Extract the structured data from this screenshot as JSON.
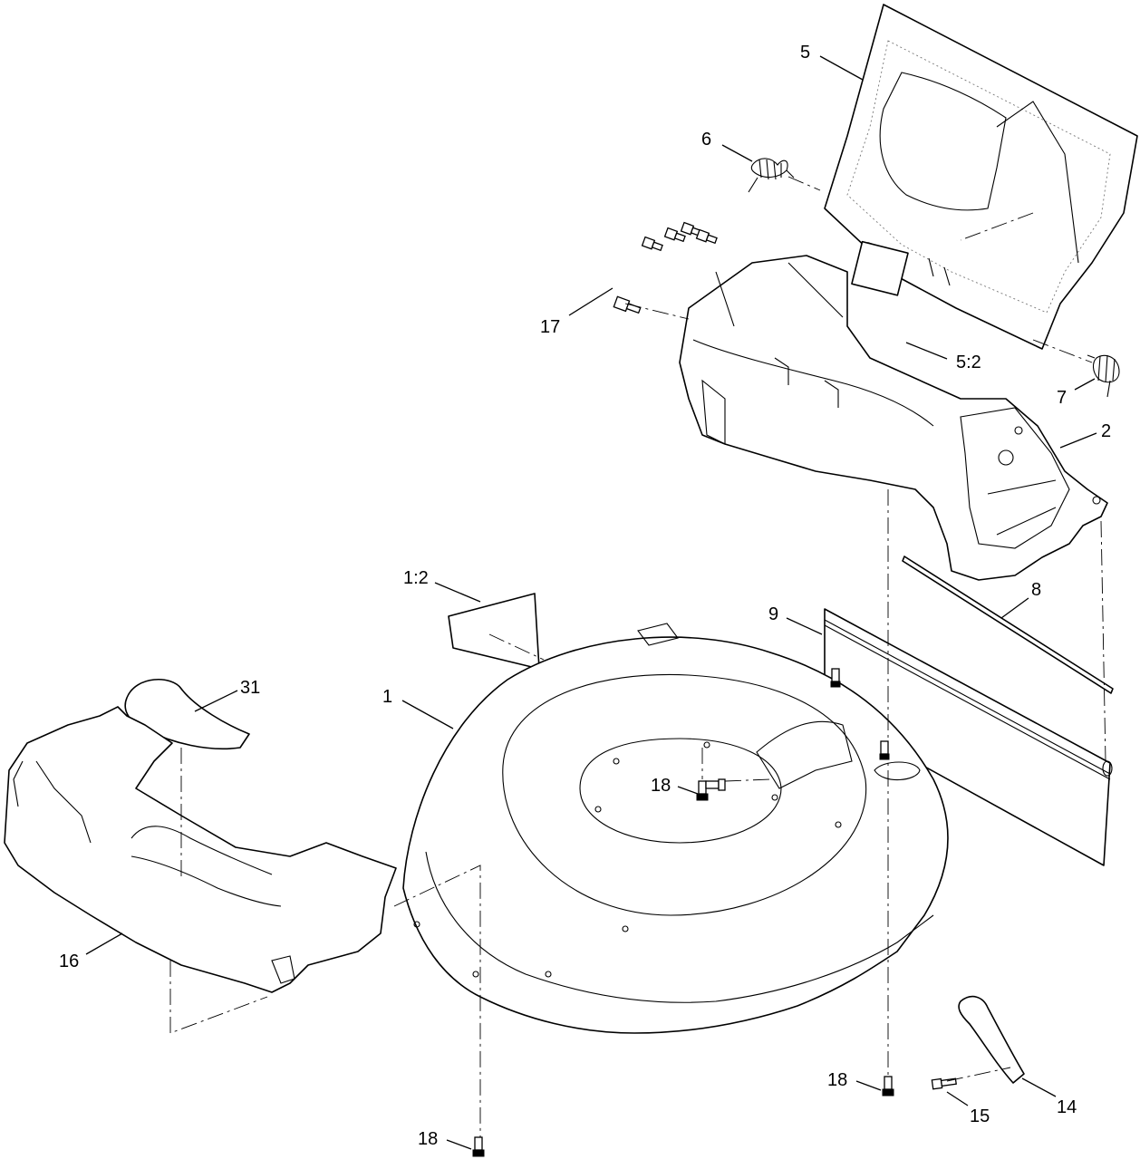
{
  "callouts": [
    {
      "id": "c-5",
      "label": "5"
    },
    {
      "id": "c-6",
      "label": "6"
    },
    {
      "id": "c-17",
      "label": "17"
    },
    {
      "id": "c-5-2",
      "label": "5:2"
    },
    {
      "id": "c-7",
      "label": "7"
    },
    {
      "id": "c-2",
      "label": "2"
    },
    {
      "id": "c-1-2",
      "label": "1:2"
    },
    {
      "id": "c-8",
      "label": "8"
    },
    {
      "id": "c-9",
      "label": "9"
    },
    {
      "id": "c-31",
      "label": "31"
    },
    {
      "id": "c-1",
      "label": "1"
    },
    {
      "id": "c-18a",
      "label": "18"
    },
    {
      "id": "c-16",
      "label": "16"
    },
    {
      "id": "c-18b",
      "label": "18"
    },
    {
      "id": "c-15",
      "label": "15"
    },
    {
      "id": "c-14",
      "label": "14"
    },
    {
      "id": "c-18c",
      "label": "18"
    }
  ]
}
